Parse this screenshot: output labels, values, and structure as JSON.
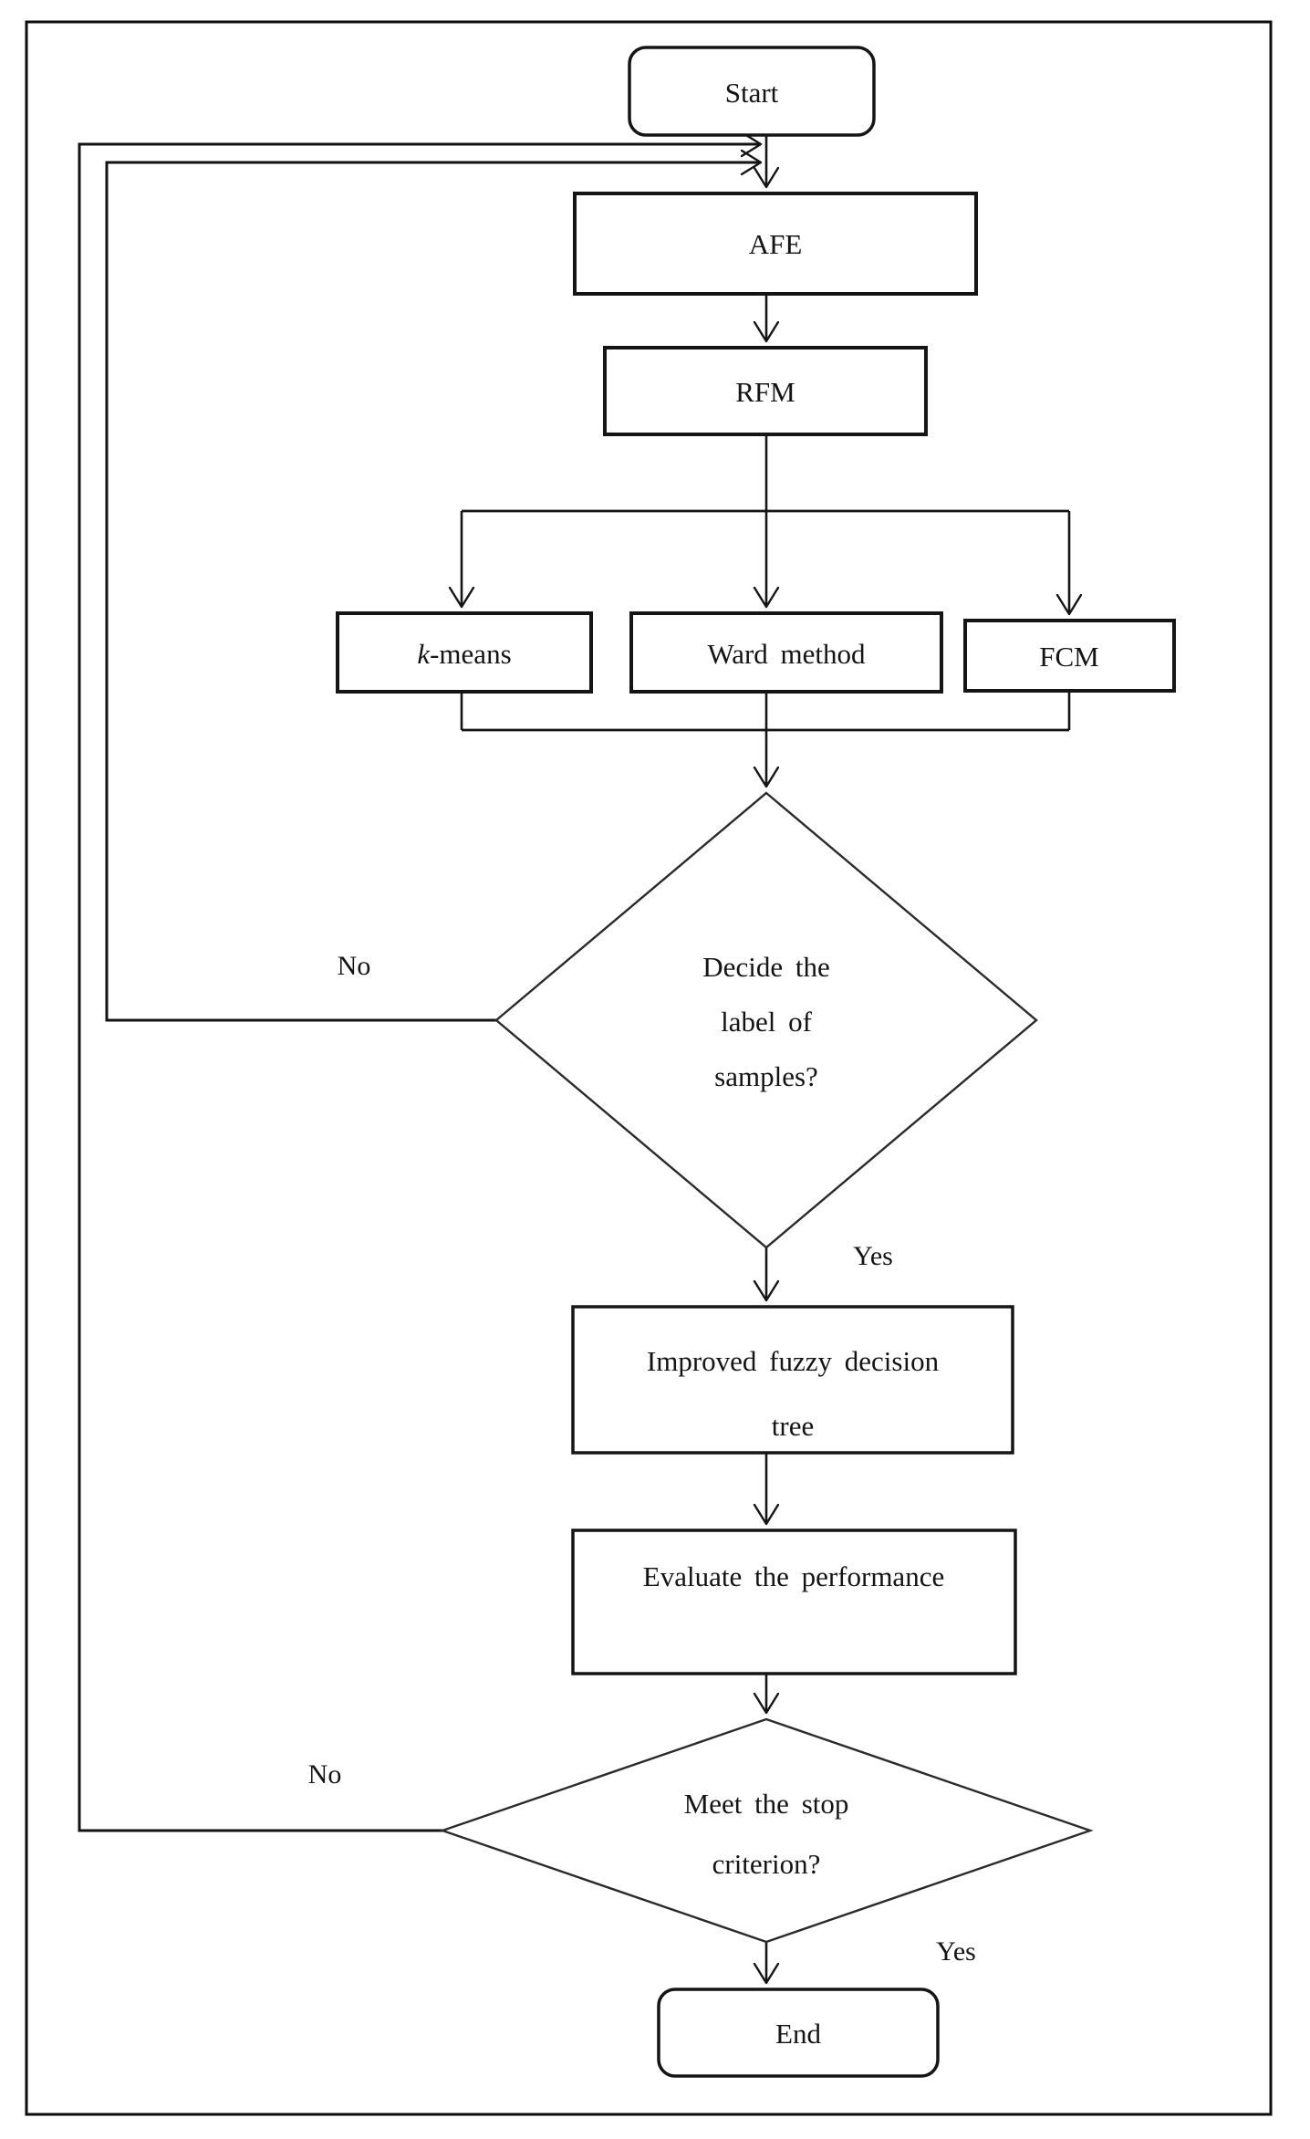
{
  "figure": {
    "type": "flowchart",
    "colors": {
      "ink": "#151515",
      "background": "#ffffff"
    },
    "nodes": {
      "start": {
        "label": "Start",
        "shape": "rounded"
      },
      "afe": {
        "label": "AFE",
        "shape": "rect"
      },
      "rfm": {
        "label": "RFM",
        "shape": "rect"
      },
      "kmeans": {
        "label_k": "k",
        "label_rest": "-means",
        "shape": "rect"
      },
      "ward": {
        "label": "Ward method",
        "shape": "rect"
      },
      "fcm": {
        "label": "FCM",
        "shape": "rect"
      },
      "decision1": {
        "line1": "Decide the",
        "line2": "label of",
        "line3": "samples?",
        "shape": "diamond"
      },
      "improved": {
        "line1": "Improved fuzzy decision",
        "line2": "tree",
        "shape": "rect"
      },
      "evaluate": {
        "label": "Evaluate the performance",
        "shape": "rect"
      },
      "decision2": {
        "line1": "Meet the stop",
        "line2": "criterion?",
        "shape": "diamond"
      },
      "end": {
        "label": "End",
        "shape": "rounded"
      }
    },
    "edge_labels": {
      "decision1_no": "No",
      "decision1_yes": "Yes",
      "decision2_no": "No",
      "decision2_yes": "Yes"
    }
  }
}
